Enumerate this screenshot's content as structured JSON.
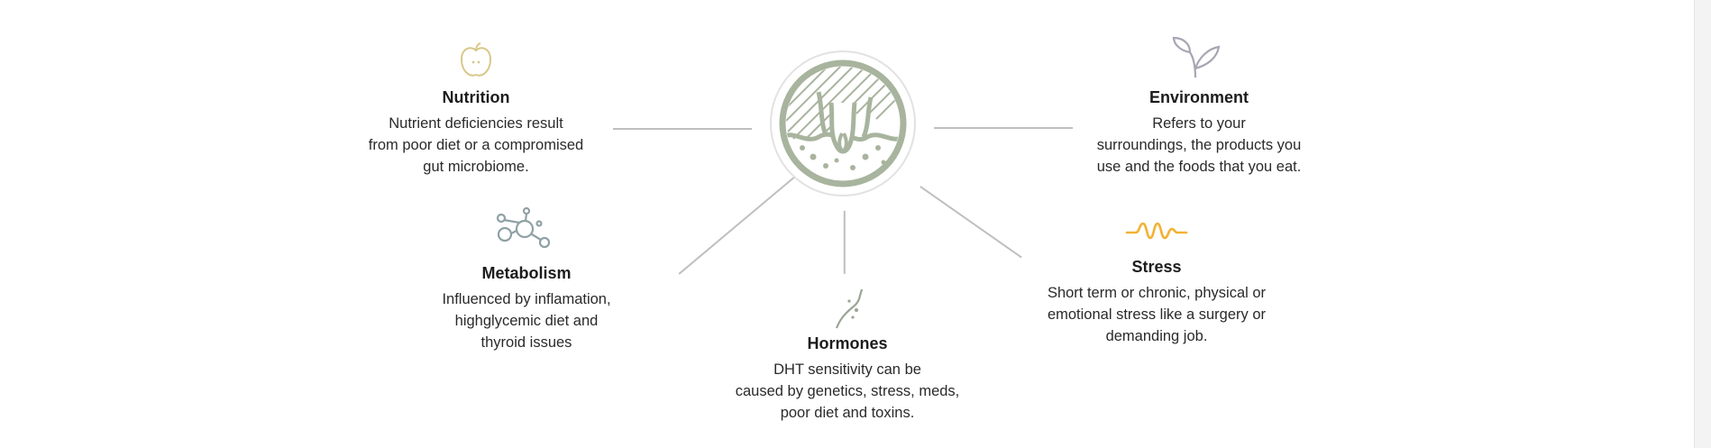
{
  "colors": {
    "hub_green": "#a8b49e",
    "line_gray": "#bfbfbf",
    "apple_gold": "#d9c88a",
    "leaf_gray": "#a6a6b4",
    "metabolism_gray": "#8fa1a5",
    "hormone_gray": "#9aa594",
    "stress_orange": "#f2b233"
  },
  "icons": {
    "center": "scalp-hair-follicle-icon",
    "nutrition": "apple-icon",
    "environment": "leaf-sprout-icon",
    "metabolism": "molecule-icon",
    "hormones": "hormone-squiggle-icon",
    "stress": "stress-wave-icon"
  },
  "nutrition": {
    "title": "Nutrition",
    "lines": [
      "Nutrient deficiencies result",
      "from poor diet or a compromised",
      "gut microbiome."
    ]
  },
  "environment": {
    "title": "Environment",
    "lines": [
      "Refers to your",
      "surroundings, the products you",
      "use and the foods that you eat."
    ]
  },
  "metabolism": {
    "title": "Metabolism",
    "lines": [
      "Influenced by inflamation,",
      "highglycemic diet and",
      "thyroid issues"
    ]
  },
  "hormones": {
    "title": "Hormones",
    "lines": [
      "DHT sensitivity can be",
      "caused by genetics, stress, meds,",
      "poor diet and toxins."
    ]
  },
  "stress": {
    "title": "Stress",
    "lines": [
      "Short term or chronic, physical or",
      "emotional stress like a surgery or",
      "demanding job."
    ]
  }
}
